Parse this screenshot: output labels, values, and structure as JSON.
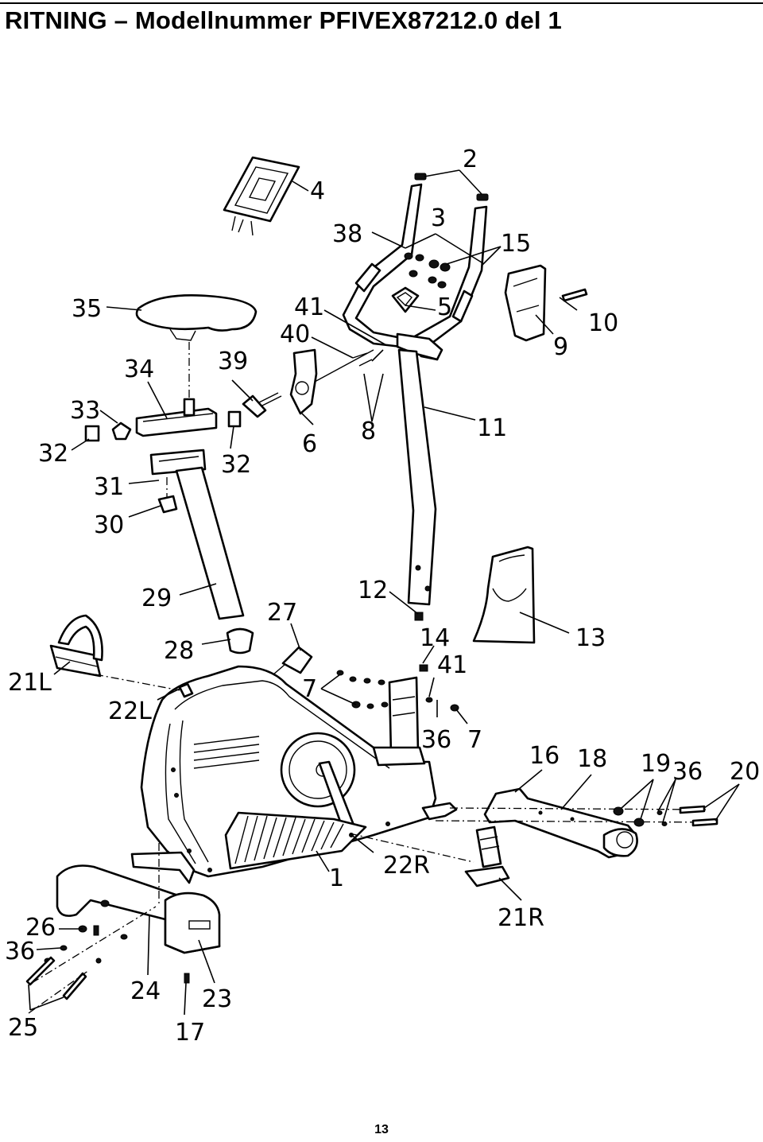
{
  "page": {
    "title": "RITNING – Modellnummer PFIVEX87212.0 del 1",
    "page_number": "13"
  },
  "callouts": {
    "p1": "1",
    "p2": "2",
    "p3": "3",
    "p4": "4",
    "p5": "5",
    "p6": "6",
    "p7a": "7",
    "p7b": "7",
    "p8": "8",
    "p9": "9",
    "p10": "10",
    "p11": "11",
    "p12": "12",
    "p13": "13",
    "p14": "14",
    "p15": "15",
    "p16": "16",
    "p17": "17",
    "p18": "18",
    "p19": "19",
    "p20": "20",
    "p21L": "21L",
    "p21R": "21R",
    "p22L": "22L",
    "p22R": "22R",
    "p23": "23",
    "p24": "24",
    "p25": "25",
    "p26": "26",
    "p27": "27",
    "p28": "28",
    "p29": "29",
    "p30": "30",
    "p31": "31",
    "p32a": "32",
    "p32b": "32",
    "p33": "33",
    "p34": "34",
    "p35": "35",
    "p36a": "36",
    "p36b": "36",
    "p36c": "36",
    "p38": "38",
    "p39": "39",
    "p40": "40",
    "p41a": "41",
    "p41b": "41"
  }
}
